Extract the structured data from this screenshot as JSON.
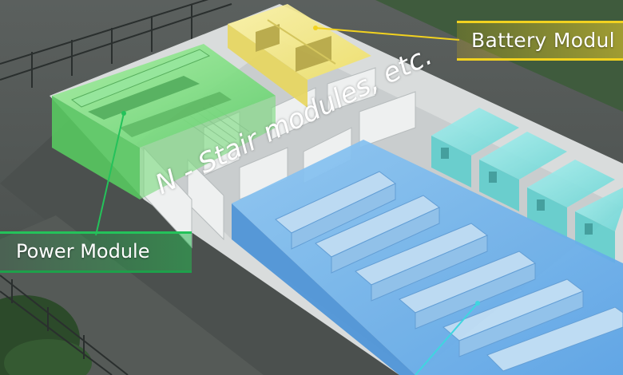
{
  "labels": {
    "battery": "Battery Modul",
    "power": "Power Module",
    "stair": "N - Stair modules, etc."
  },
  "colors": {
    "battery_module": "#f2e37a",
    "power_module": "#7fe37f",
    "it_module": "#6fb6f0",
    "cooling_module": "#7fe0dd",
    "accent_yellow": "#f2d21f",
    "accent_green": "#24c25a",
    "leader_cyan": "#3fd6e0"
  }
}
